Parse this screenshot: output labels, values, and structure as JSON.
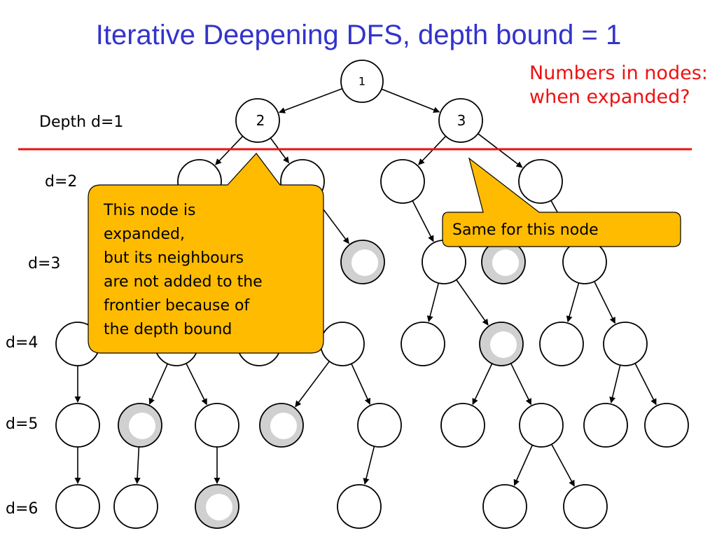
{
  "title": "Iterative Deepening DFS, depth bound = 1",
  "note": "Numbers in nodes: when expanded?",
  "depth_labels": [
    "Depth d=1",
    "d=2",
    "d=3",
    "d=4",
    "d=5",
    "d=6"
  ],
  "root_number": "1",
  "node2_number": "2",
  "node3_number": "3",
  "callout_left": {
    "lines": [
      "This node is",
      "expanded,",
      "but its neighbours",
      "are not added to the",
      "frontier because of",
      "the depth bound"
    ]
  },
  "callout_right": {
    "text": "Same for this node"
  },
  "colors": {
    "title": "#3333cc",
    "note": "#ee1111",
    "bound_line": "#ee1111",
    "callout_fill": "#ffbb00",
    "goal_fill": "#d0d0d0"
  }
}
